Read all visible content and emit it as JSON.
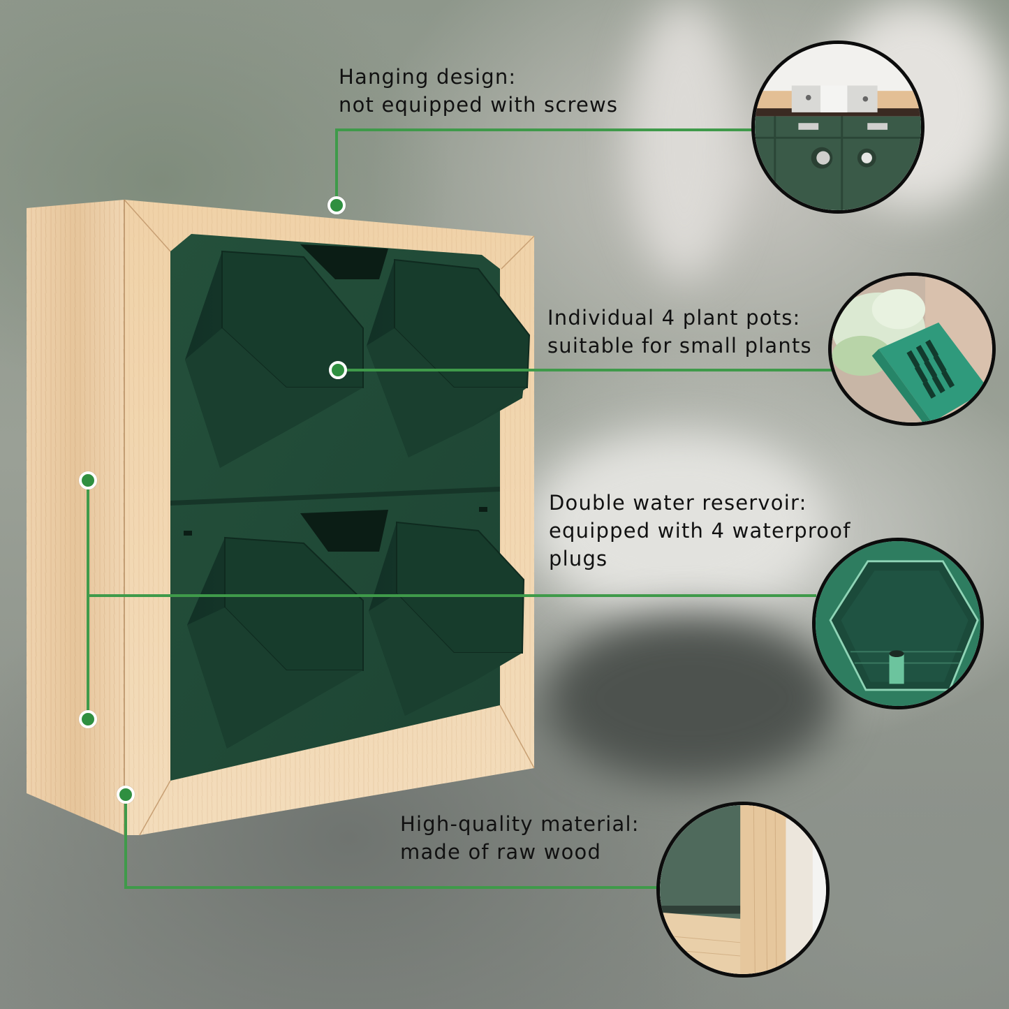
{
  "callouts": [
    {
      "id": "hanging",
      "title": "Hanging design:",
      "subtitle": "not equipped with screws",
      "detail_image": "hanging-bracket-closeup"
    },
    {
      "id": "pots",
      "title": "Individual 4 plant pots:",
      "subtitle": "suitable for small plants",
      "detail_image": "plant-pot-closeup"
    },
    {
      "id": "reservoir",
      "title": "Double water reservoir:",
      "subtitle_line1": "equipped with 4 waterproof",
      "subtitle_line2": "plugs",
      "detail_image": "reservoir-plug-closeup"
    },
    {
      "id": "material",
      "title": "High-quality material:",
      "subtitle": "made of raw wood",
      "detail_image": "wood-corner-closeup"
    }
  ],
  "colors": {
    "connector_green": "#3f9a4a",
    "dot_green": "#2f8f40",
    "panel_green": "#1f4a36",
    "pot_green": "#173a2b",
    "wood": "#e8c9a0",
    "text": "#111111"
  },
  "product": {
    "pot_count": 4,
    "reservoir_count": 2
  }
}
